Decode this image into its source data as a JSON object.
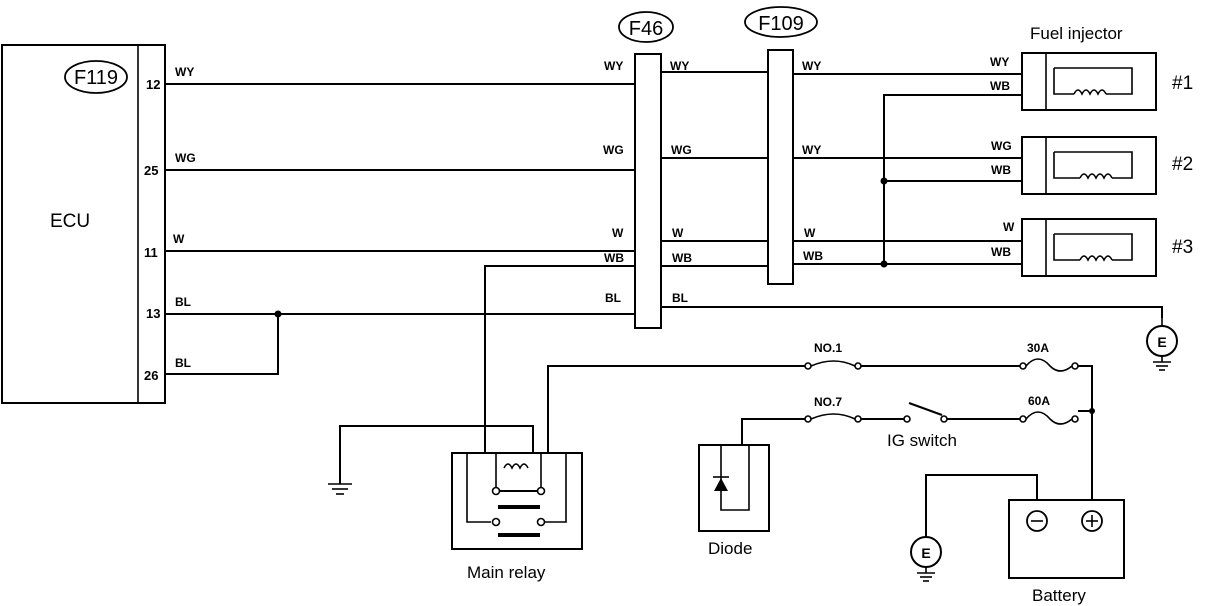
{
  "ecu": {
    "label": "ECU",
    "connector": "F119",
    "pins": {
      "p12": "12",
      "p25": "25",
      "p11": "11",
      "p13": "13",
      "p26": "26"
    }
  },
  "connectors": {
    "f46": "F46",
    "f109": "F109"
  },
  "wires": {
    "wy": "WY",
    "wg": "WG",
    "w": "W",
    "wb": "WB",
    "bl": "BL"
  },
  "injectors": {
    "title": "Fuel injector",
    "n1": "#1",
    "n2": "#2",
    "n3": "#3"
  },
  "fuses": {
    "no1": "NO.1",
    "no7": "NO.7",
    "a30": "30A",
    "a60": "60A"
  },
  "components": {
    "ig_switch": "IG switch",
    "main_relay": "Main relay",
    "diode": "Diode",
    "battery": "Battery",
    "ground_e": "E"
  }
}
